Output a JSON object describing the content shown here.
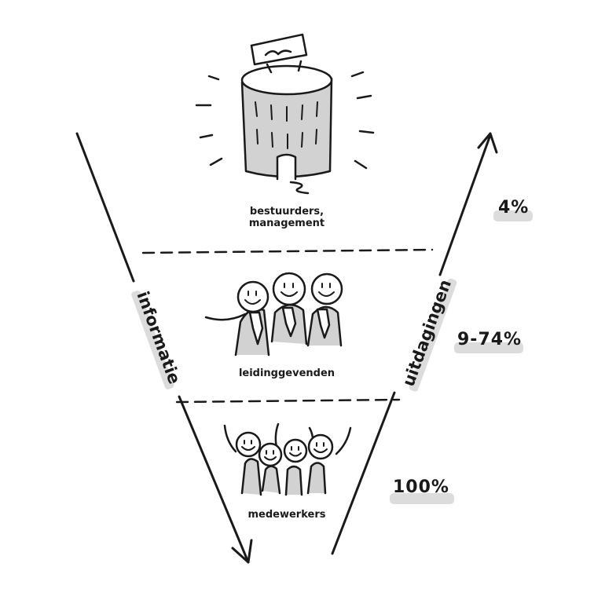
{
  "diagram": {
    "tiers": [
      {
        "label_line1": "bestuurders,",
        "label_line2": "management",
        "percentage": "4%"
      },
      {
        "label_line1": "leidinggevenden",
        "percentage": "9-74%"
      },
      {
        "label_line1": "medewerkers",
        "percentage": "100%"
      }
    ],
    "left_arrow_label": "informatie",
    "right_arrow_label": "uitdagingen",
    "colors": {
      "ink": "#1a1a1a",
      "shade": "#d2d2d2",
      "highlight": "#dcdcdc"
    }
  }
}
